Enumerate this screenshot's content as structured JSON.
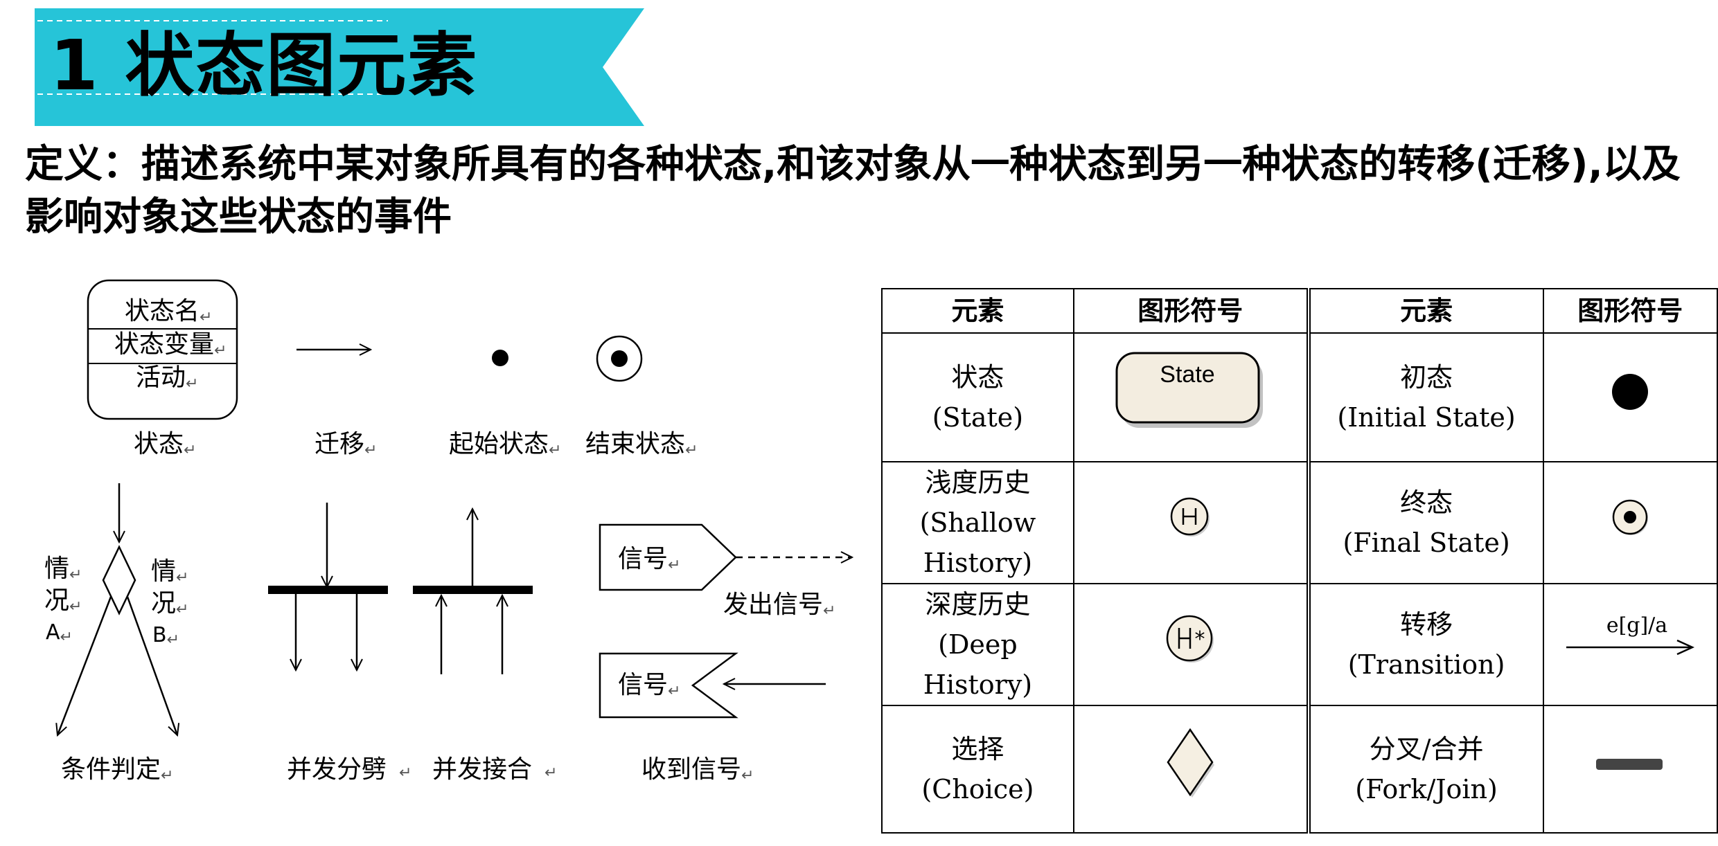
{
  "header": {
    "title": "1 状态图元素"
  },
  "definition": {
    "text": "定义：描述系统中某对象所具有的各种状态,和该对象从一种状态到另一种状态的转移(迁移),以及影响对象这些状态的事件"
  },
  "diagram": {
    "state_box": {
      "name": "状态名",
      "variable": "状态变量",
      "activity": "活动"
    },
    "labels": {
      "state": "状态",
      "transition": "迁移",
      "initial_state": "起始状态",
      "final_state": "结束状态",
      "condition_judgement": "条件判定",
      "fork": "并发分劈",
      "join": "并发接合",
      "send_signal": "发出信号",
      "receive_signal": "收到信号"
    },
    "condition_left": [
      "情",
      "况",
      "A"
    ],
    "condition_right": [
      "情",
      "况",
      "B"
    ],
    "signal_send_text": "信号",
    "signal_receive_text": "信号"
  },
  "symbol_table": {
    "headers": [
      "元素",
      "图形符号",
      "元素",
      "图形符号"
    ],
    "rows": [
      {
        "left_cn": "状态",
        "left_en": "(State)",
        "left_symbol": "state-rounded-box",
        "state_label": "State",
        "right_cn": "初态",
        "right_en": "(Initial State)",
        "right_symbol": "filled-circle"
      },
      {
        "left_cn": "浅度历史",
        "left_en": "(Shallow History)",
        "left_symbol": "shallow-history-circle",
        "right_cn": "终态",
        "right_en": "(Final State)",
        "right_symbol": "bullseye"
      },
      {
        "left_cn": "深度历史",
        "left_en": "(Deep History)",
        "left_symbol": "deep-history-circle",
        "right_cn": "转移",
        "right_en": "(Transition)",
        "right_symbol": "arrow",
        "transition_label": "e[g]/a"
      },
      {
        "left_cn": "选择",
        "left_en": "(Choice)",
        "left_symbol": "diamond",
        "right_cn": "分叉/合并",
        "right_en": "(Fork/Join)",
        "right_symbol": "bar"
      }
    ]
  },
  "colors": {
    "banner": "#26C4D8",
    "state_fill": "#F3EDE0",
    "symbol_fill": "#F5EFE2"
  }
}
